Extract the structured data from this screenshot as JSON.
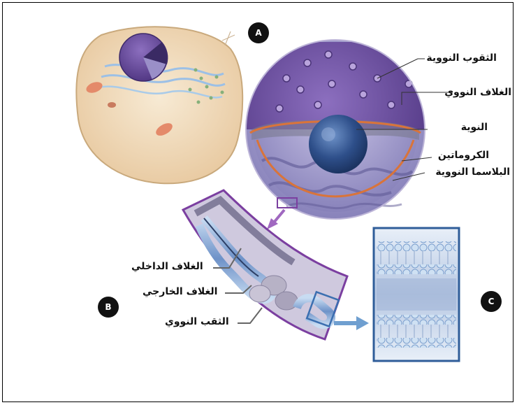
{
  "badges": {
    "a": "A",
    "b": "B",
    "c": "C"
  },
  "labels": {
    "nuclear_pores": "الثقوب النووية",
    "nuclear_envelope": "الغلاف النووي",
    "nucleolus": "النوية",
    "chromatin": "الكروماتين",
    "nucleoplasm": "البلاسما النووية",
    "inner_membrane": "الغلاف الداخلي",
    "outer_membrane": "الغلاف الخارجي",
    "nuclear_pore": "الثقب النووي"
  },
  "colors": {
    "nucleus_purple": "#6a4d9c",
    "envelope_orange": "#d9743a",
    "membrane_blue": "#3b6fb0",
    "cell_beige": "#f1dcc0"
  }
}
